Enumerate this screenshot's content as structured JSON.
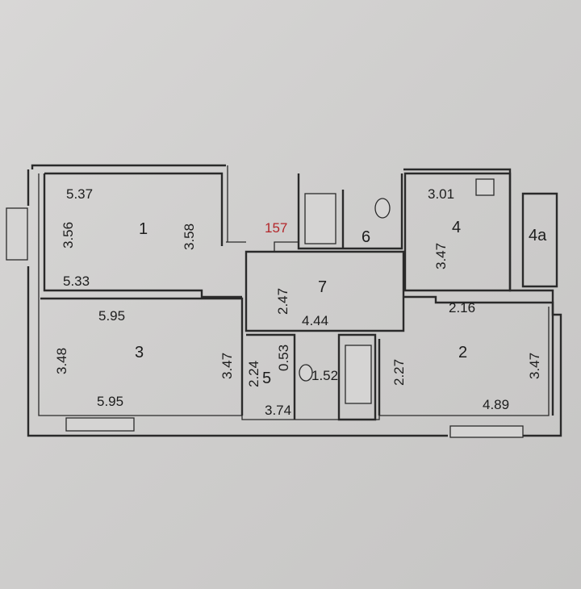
{
  "apartment_number": "157",
  "rooms": [
    {
      "number": "1",
      "dims": [
        "5.37",
        "3.56",
        "3.58",
        "5.33"
      ]
    },
    {
      "number": "2",
      "dims": [
        "2.16",
        "2.27",
        "3.47",
        "4.89"
      ]
    },
    {
      "number": "3",
      "dims": [
        "5.95",
        "3.48",
        "3.47",
        "5.95"
      ]
    },
    {
      "number": "4",
      "dims": [
        "3.01",
        "3.47"
      ]
    },
    {
      "number": "4a",
      "dims": []
    },
    {
      "number": "5",
      "dims": [
        "2.24",
        "0.53",
        "1.52",
        "3.74"
      ]
    },
    {
      "number": "6",
      "dims": []
    },
    {
      "number": "7",
      "dims": [
        "2.47",
        "4.44"
      ]
    }
  ]
}
